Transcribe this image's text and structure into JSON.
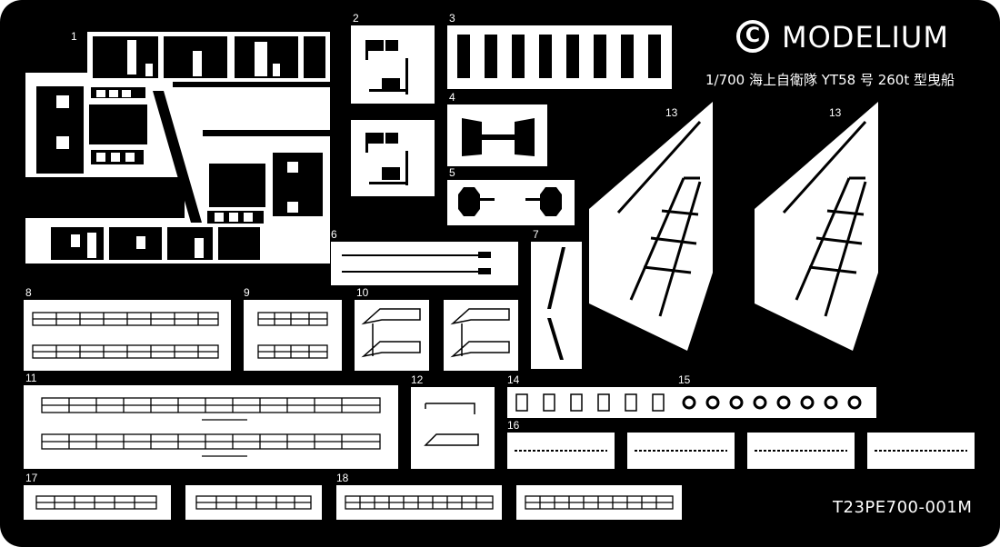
{
  "brand": {
    "copyright_symbol": "C",
    "name": "MODELIUM",
    "subtitle": "1/700 海上自衛隊 YT58 号 260t 型曳船",
    "product_code": "T23PE700-001M"
  },
  "part_numbers": [
    "1",
    "2",
    "3",
    "4",
    "5",
    "6",
    "7",
    "8",
    "9",
    "10",
    "11",
    "12",
    "13",
    "13",
    "14",
    "15",
    "16",
    "17",
    "18"
  ],
  "colors": {
    "sheet": "#000000",
    "brass": "#ffffff"
  }
}
